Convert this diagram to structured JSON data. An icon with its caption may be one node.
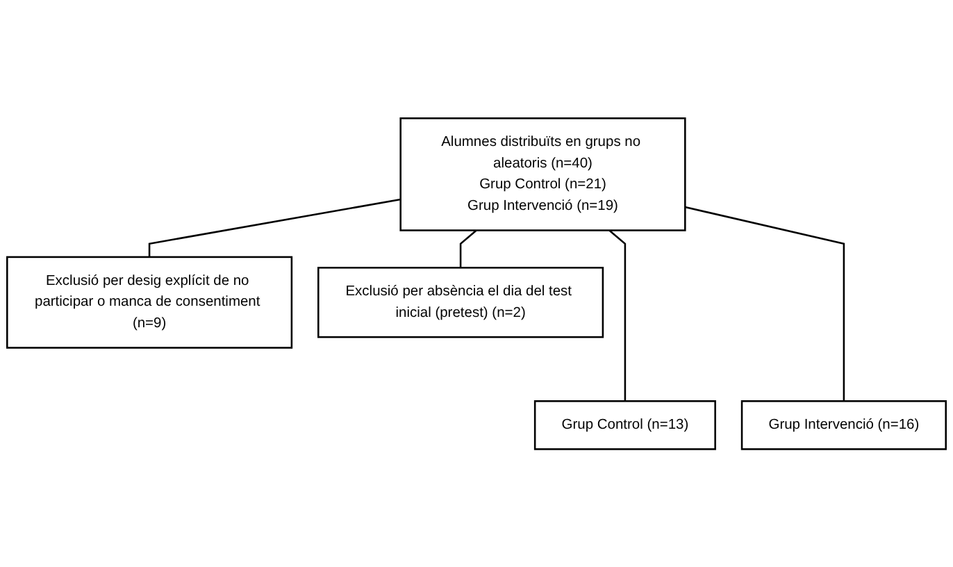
{
  "diagram": {
    "nodes": [
      {
        "text": [
          "Alumnes distribuïts en grups no aleatoris (n=40)",
          "Grup Control (n=21)",
          "Grup Intervenció (n=19)"
        ]
      },
      {
        "text": [
          "Exclusió per desig explícit de no participar o manca de consentiment (n=9)"
        ]
      },
      {
        "text": [
          "Exclusió per absència el dia del test inicial (pretest) (n=2)"
        ]
      },
      {
        "text": [
          "Grup Control (n=13)"
        ]
      },
      {
        "text": [
          "Grup Intervenció (n=16)"
        ]
      }
    ],
    "edges": [
      {
        "from": 0,
        "to": 1,
        "arrow": "none"
      },
      {
        "from": 0,
        "to": 2,
        "arrow": "none"
      },
      {
        "from": 0,
        "to": 3,
        "arrow": "none"
      },
      {
        "from": 0,
        "to": 4,
        "arrow": "none"
      }
    ]
  }
}
